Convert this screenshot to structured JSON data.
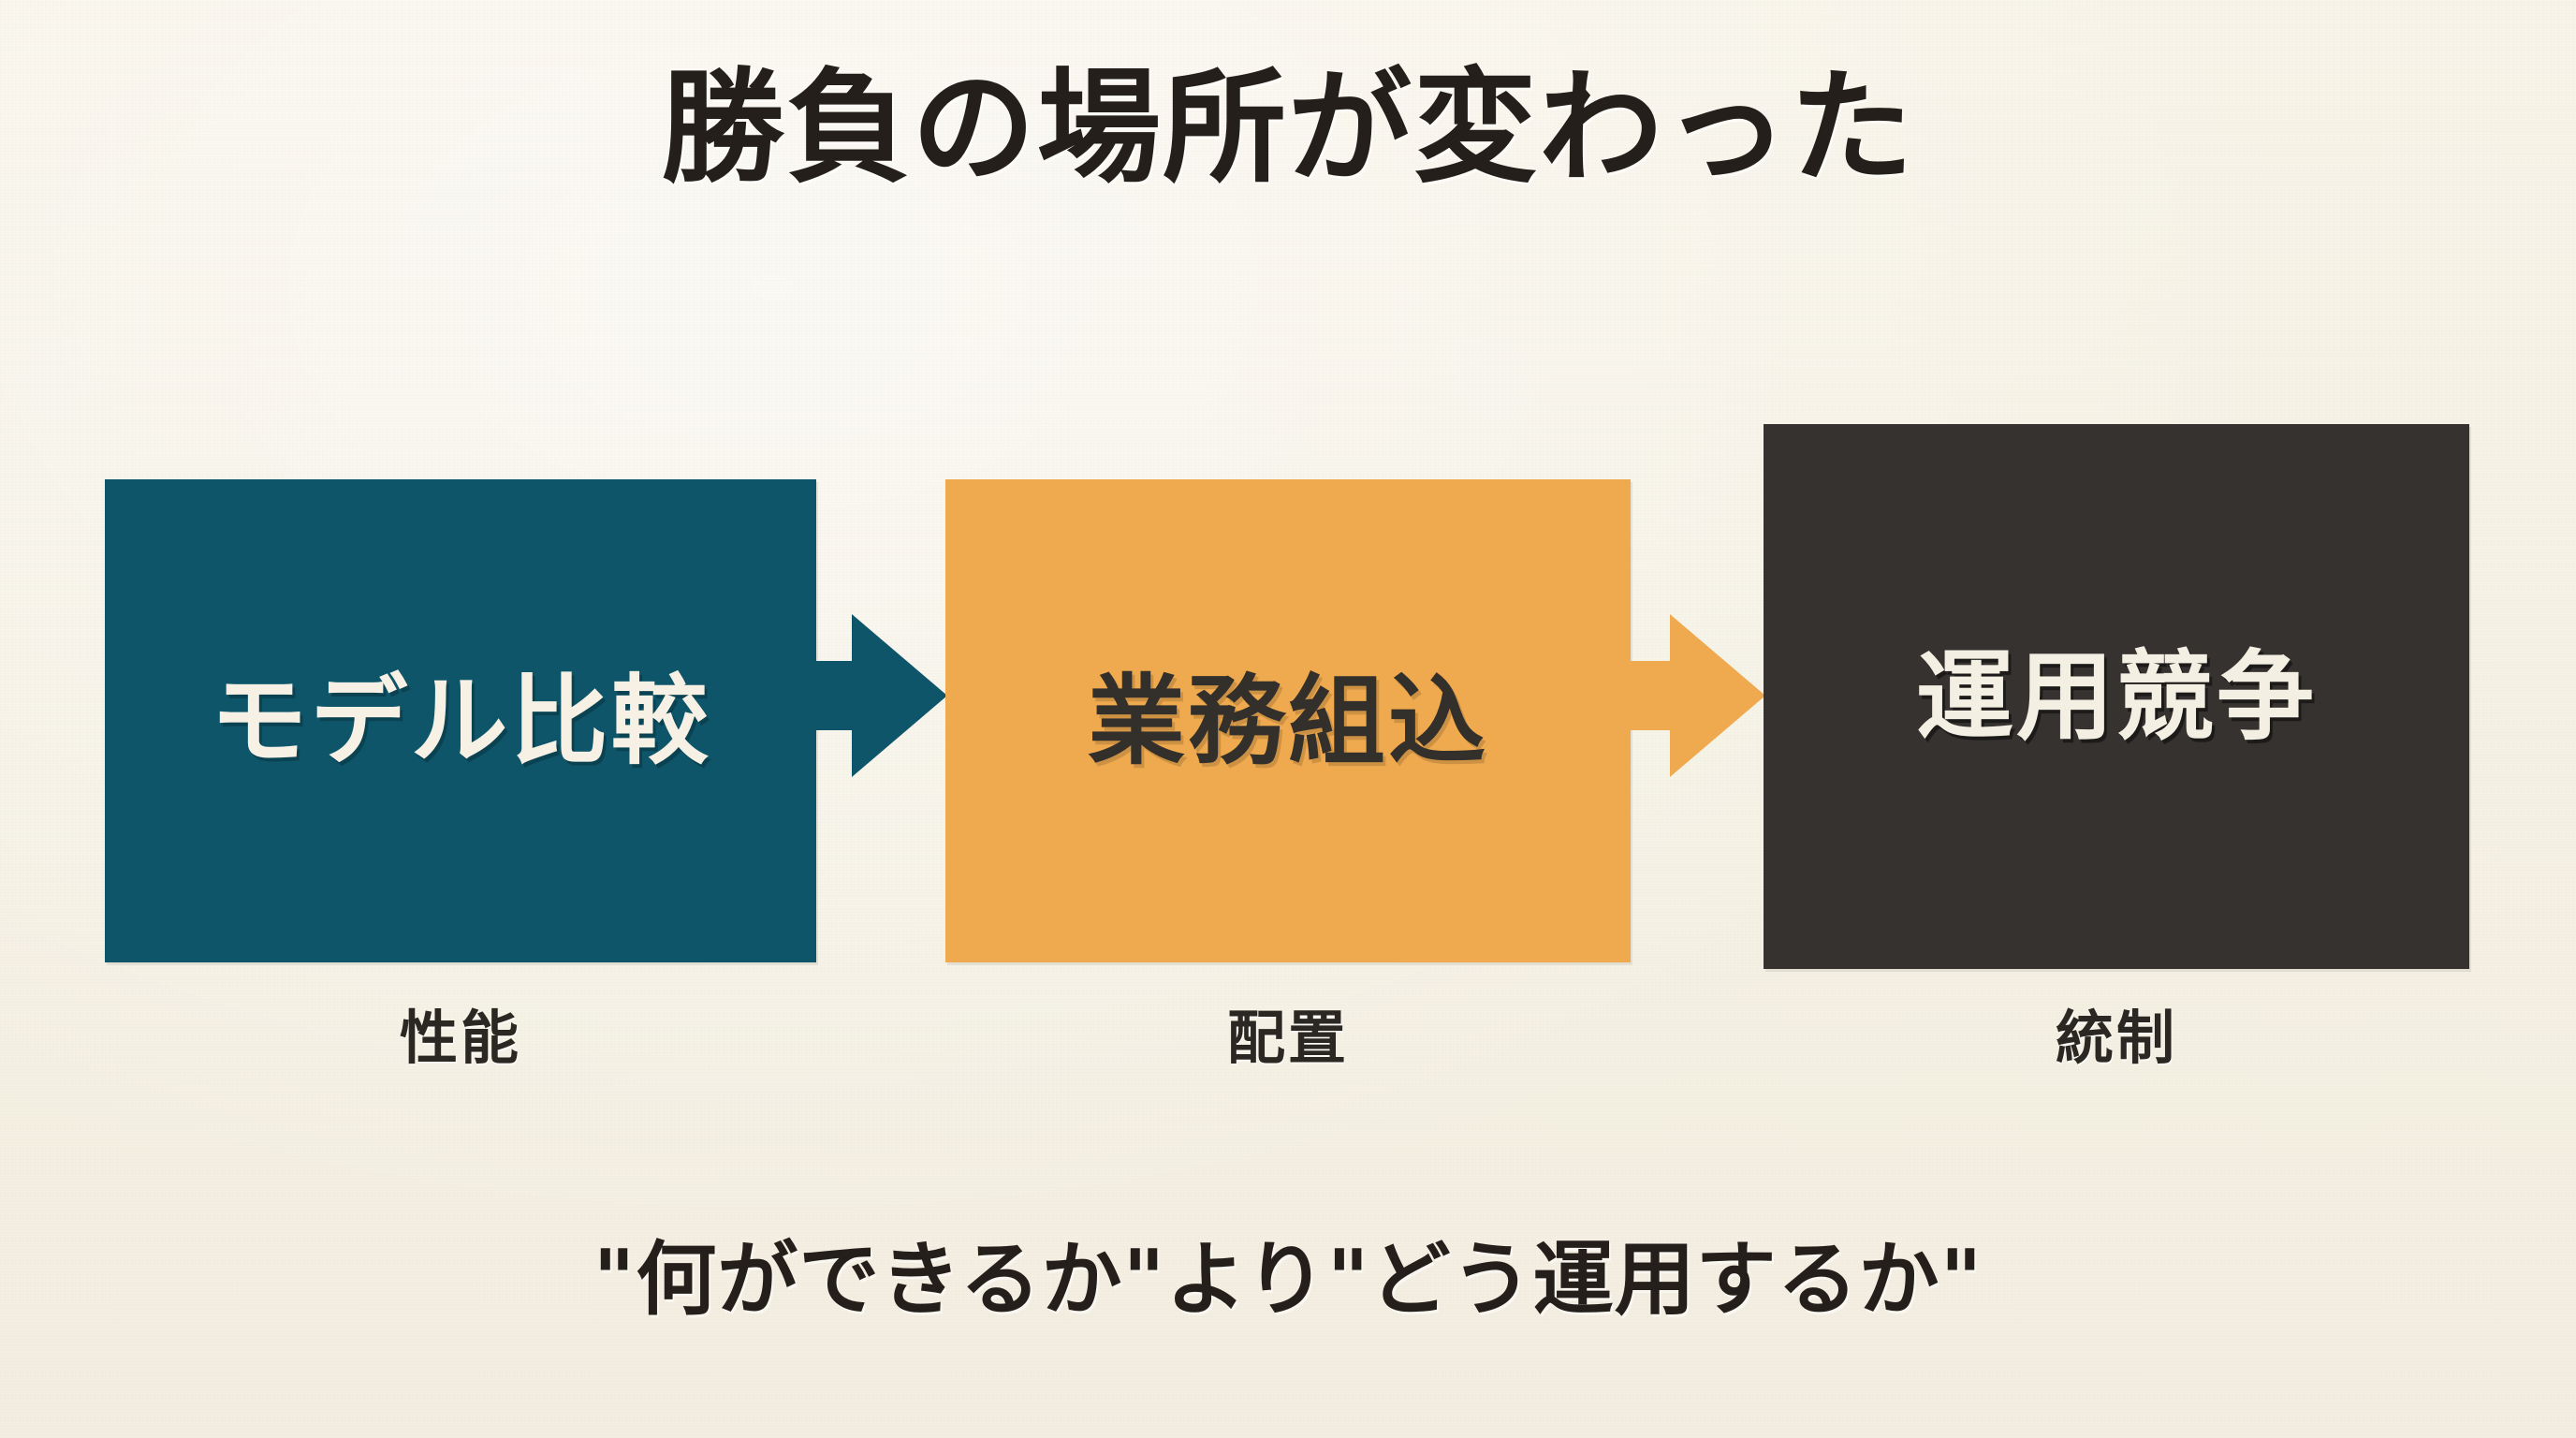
{
  "slide": {
    "title": "勝負の場所が変わった",
    "footer_quote": "\"何ができるか\"より\"どう運用するか\"",
    "background_color": "#f5f1e4"
  },
  "flow": {
    "stages": [
      {
        "label": "モデル比較",
        "caption": "性能",
        "box_color": "#0e556a",
        "text_color": "#f6f1e4"
      },
      {
        "label": "業務組込",
        "caption": "配置",
        "box_color": "#efa94e",
        "text_color": "#33302c"
      },
      {
        "label": "運用競争",
        "caption": "統制",
        "box_color": "#353230",
        "text_color": "#f4efe3"
      }
    ],
    "arrows": [
      {
        "name": "arrow-right-icon",
        "color": "#0e556a"
      },
      {
        "name": "arrow-right-icon",
        "color": "#efa94e"
      }
    ]
  }
}
